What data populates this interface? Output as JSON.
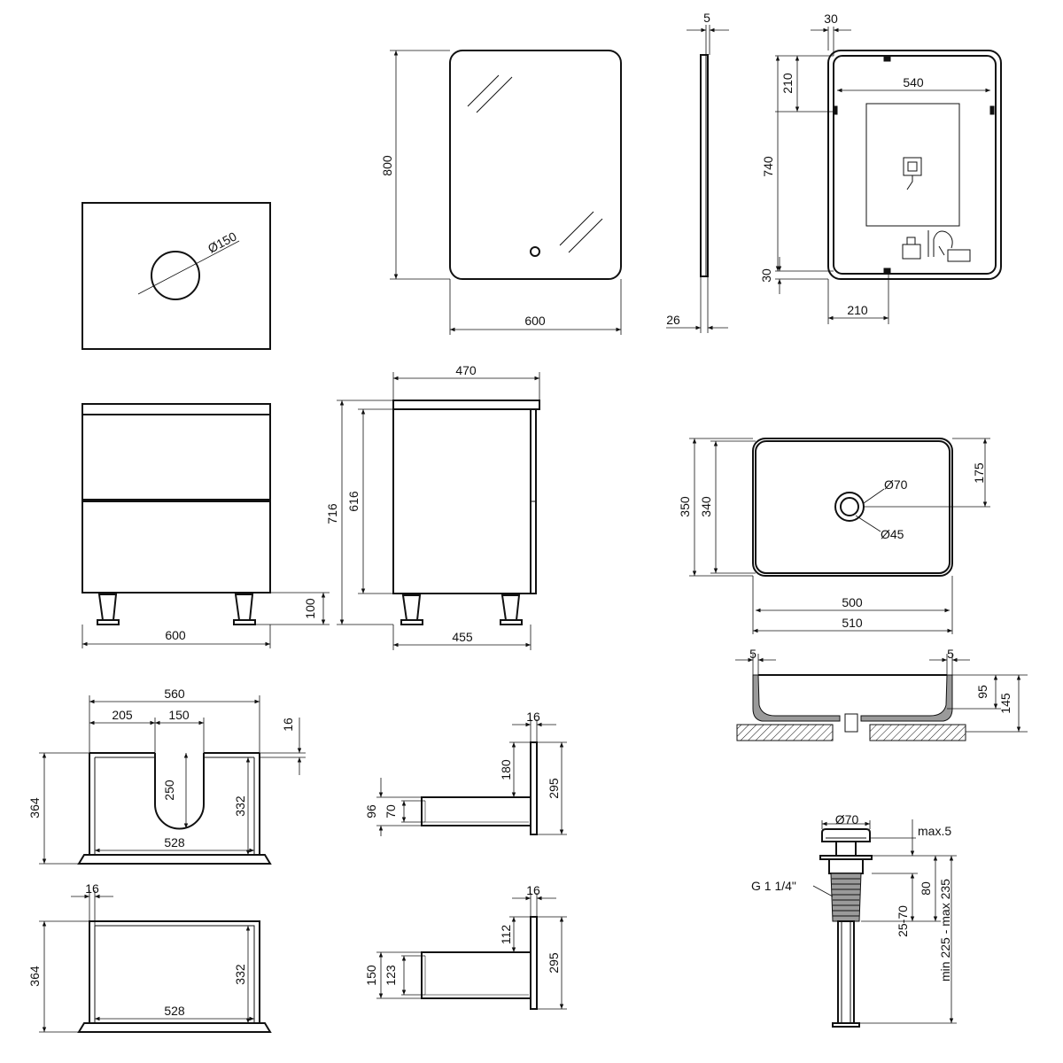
{
  "colors": {
    "line": "#111111",
    "fill": "#9a9a9a",
    "background": "#ffffff"
  },
  "icons": [
    "touch-sensor-icon",
    "sensor-switch-icon",
    "wiring-icon",
    "button-icon"
  ],
  "countertop": {
    "hole_diameter": "Ø150"
  },
  "mirror_front": {
    "height": "800",
    "width": "600"
  },
  "mirror_side": {
    "glass": "5",
    "depth": "26"
  },
  "mirror_back": {
    "top_offset": "30",
    "bracket_height": "210",
    "bracket_span": "540",
    "height_between": "740",
    "bottom_offset": "30",
    "bottom_bracket_width": "210"
  },
  "cabinet_front": {
    "width": "600",
    "legs": "100"
  },
  "cabinet_side": {
    "top_depth": "470",
    "total_height": "716",
    "body_height": "616",
    "body_depth": "455"
  },
  "basin_top": {
    "inner_depth": "340",
    "outer_depth": "350",
    "drain_offset": "175",
    "drain_outer": "Ø70",
    "drain_inner": "Ø45",
    "inner_width": "500",
    "outer_width": "510"
  },
  "basin_section": {
    "rim_left": "5",
    "rim_right": "5",
    "inner_depth": "95",
    "outer_depth": "145"
  },
  "upper_plan": {
    "overall": "560",
    "left_offset": "205",
    "cutout": "150",
    "panel": "16",
    "cutout_depth": "250",
    "depth_outer": "364",
    "depth_inner": "332",
    "inner_width": "528"
  },
  "lower_plan": {
    "panel": "16",
    "depth_outer": "364",
    "depth_inner": "332",
    "inner_width": "528"
  },
  "runner_upper": {
    "panel": "16",
    "to_rail": "180",
    "height": "295",
    "outer": "96",
    "inner": "70"
  },
  "runner_lower": {
    "panel": "16",
    "to_rail": "112",
    "height": "295",
    "outer": "150",
    "inner": "123"
  },
  "drain": {
    "cap": "Ø70",
    "protrusion": "max.5",
    "range": "min 225 - max 235",
    "thread_len": "80",
    "clamp": "25-70",
    "thread": "G 1 1/4\""
  }
}
